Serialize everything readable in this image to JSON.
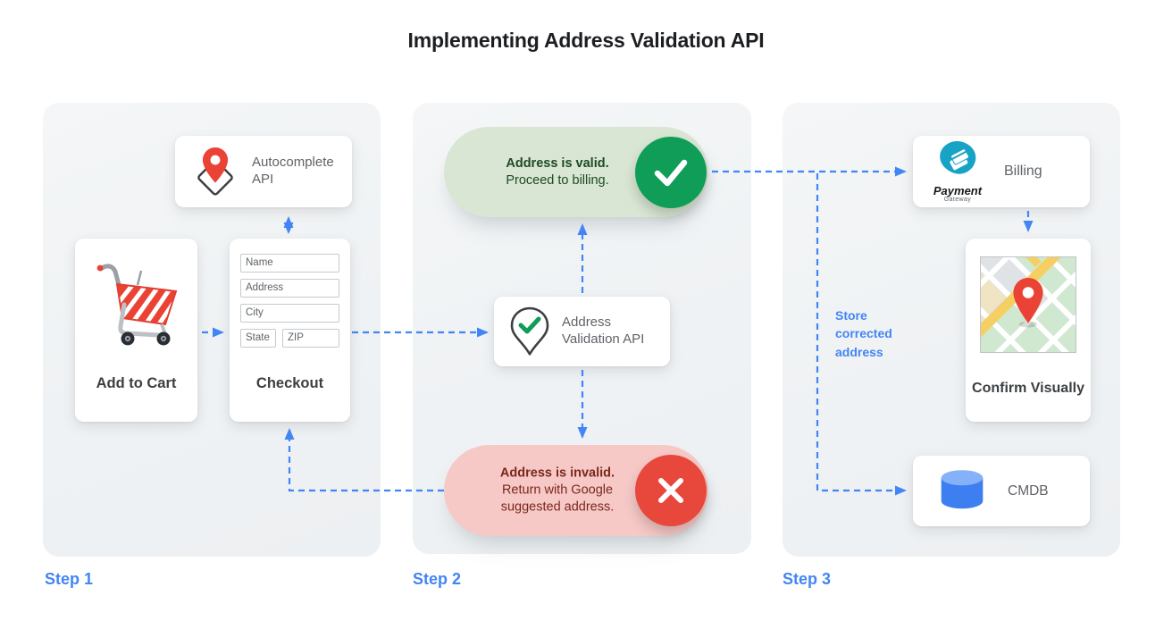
{
  "title": "Implementing Address Validation API",
  "steps": {
    "step1": "Step 1",
    "step2": "Step 2",
    "step3": "Step 3"
  },
  "step1": {
    "autocomplete_card": {
      "label": "Autocomplete API",
      "icon": "map-pin-diamond-icon"
    },
    "add_to_cart_card": {
      "label": "Add to Cart",
      "icon": "shopping-cart-icon"
    },
    "checkout_card": {
      "label": "Checkout",
      "fields": {
        "name": "Name",
        "address": "Address",
        "city": "City",
        "state": "State",
        "zip": "ZIP"
      }
    }
  },
  "step2": {
    "valid_pill": {
      "title": "Address is valid.",
      "subtitle": "Proceed to billing.",
      "icon": "checkmark-icon"
    },
    "validation_card": {
      "label": "Address Validation API",
      "icon": "pin-check-icon"
    },
    "invalid_pill": {
      "title": "Address is invalid.",
      "subtitle": "Return with Google suggested address.",
      "icon": "x-icon"
    }
  },
  "step3": {
    "billing_card": {
      "label": "Billing",
      "brand_top": "Payment",
      "brand_bottom": "Gateway",
      "icon": "payment-gateway-icon"
    },
    "confirm_card": {
      "label": "Confirm Visually",
      "icon": "map-thumbnail"
    },
    "cmdb_card": {
      "label": "CMDB",
      "icon": "database-icon"
    },
    "store_note": "Store corrected address"
  },
  "colors": {
    "accent_blue": "#4285f4",
    "valid_green": "#0f9d58",
    "valid_pill_bg": "#d8e6d3",
    "invalid_red": "#e8473b",
    "invalid_pill_bg": "#f6c9c7",
    "panel_gray": "#f1f3f4",
    "text_gray": "#5f6368",
    "payment_teal": "#17a3c5"
  }
}
